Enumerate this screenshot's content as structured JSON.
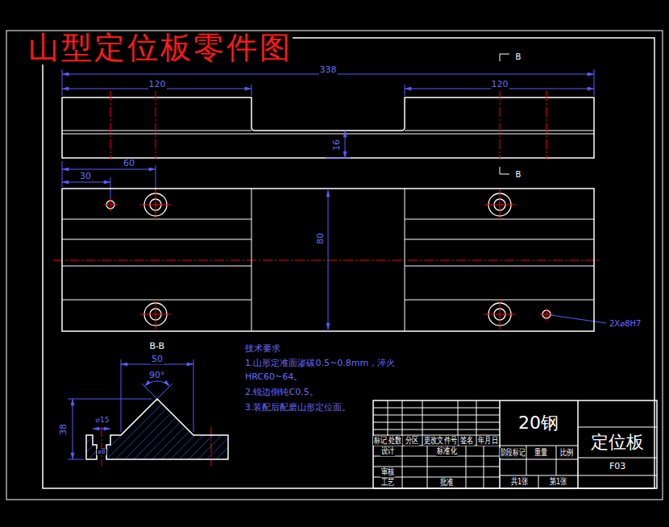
{
  "diagram": {
    "title": "山型定位板零件图",
    "labels": [
      "338",
      "120",
      "120",
      "16",
      "B",
      "B",
      "30",
      "60",
      "80",
      "2X⌀8H7",
      "B-B",
      "50",
      "90°",
      "38",
      "⌀15",
      "⌀8",
      "技术要求",
      "1.山形定准面渗碳0.5~0.8mm，淬火",
      "HRC60~64。",
      "2.锐边倒钝C0.5。",
      "3.装配后配磨山形定位面。",
      "20钢",
      "定位板",
      "F03",
      "标记",
      "处数",
      "分区",
      "更改文件号",
      "签名",
      "年月日",
      "设计",
      "标准化",
      "阶段标记",
      "重量",
      "比例",
      "审核",
      "工艺",
      "批准",
      "共1张",
      "第1张"
    ]
  }
}
